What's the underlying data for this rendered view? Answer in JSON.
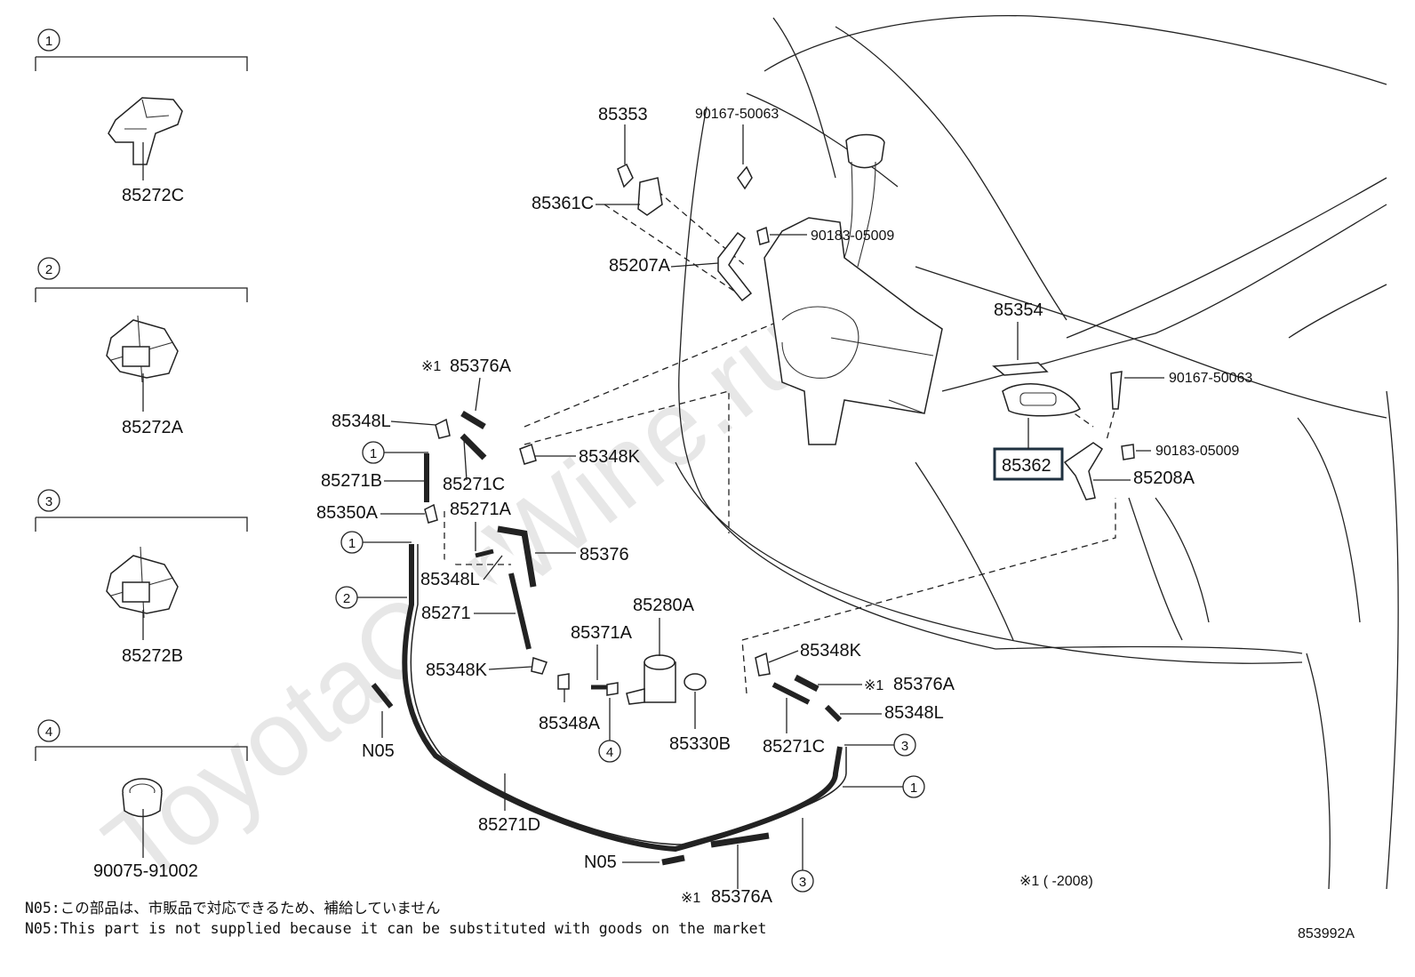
{
  "watermark": "ToyotaCarWine.ru",
  "legend": [
    {
      "num": "1",
      "part": "85272C"
    },
    {
      "num": "2",
      "part": "85272A"
    },
    {
      "num": "3",
      "part": "85272B"
    },
    {
      "num": "4",
      "part": "90075-91002"
    }
  ],
  "labels": {
    "p85353": "85353",
    "p90167_top": "90167-50063",
    "p85361C": "85361C",
    "p90183_top": "90183-05009",
    "p85207A": "85207A",
    "p85354": "85354",
    "p90167_right": "90167-50063",
    "p90183_right": "90183-05009",
    "p85362": "85362",
    "p85208A": "85208A",
    "p85376A_top": "85376A",
    "mark1": "※1",
    "p85348L_top": "85348L",
    "p85348K_top": "85348K",
    "p85271B": "85271B",
    "p85271C_top": "85271C",
    "p85350A": "85350A",
    "p85271A": "85271A",
    "p85376": "85376",
    "p85348L_mid": "85348L",
    "p85271": "85271",
    "p85280A": "85280A",
    "p85371A": "85371A",
    "p85348K_mid": "85348K",
    "p85348A": "85348A",
    "p85330B": "85330B",
    "p85348K_right": "85348K",
    "p85376A_right": "85376A",
    "p85348L_right": "85348L",
    "p85271C_bot": "85271C",
    "N05_left": "N05",
    "p85271D": "85271D",
    "N05_bot": "N05",
    "p85376A_bot": "85376A"
  },
  "circled": {
    "c1": "1",
    "c2": "2",
    "c3": "3",
    "c4": "4"
  },
  "footnote_mark": "※1 (      -2008)",
  "notes": {
    "jp": "N05:この部品は、市販品で対応できるため、補給していません",
    "en": "N05:This part is not supplied because it can be substituted with goods on the market"
  },
  "diagram_id": "853992A"
}
